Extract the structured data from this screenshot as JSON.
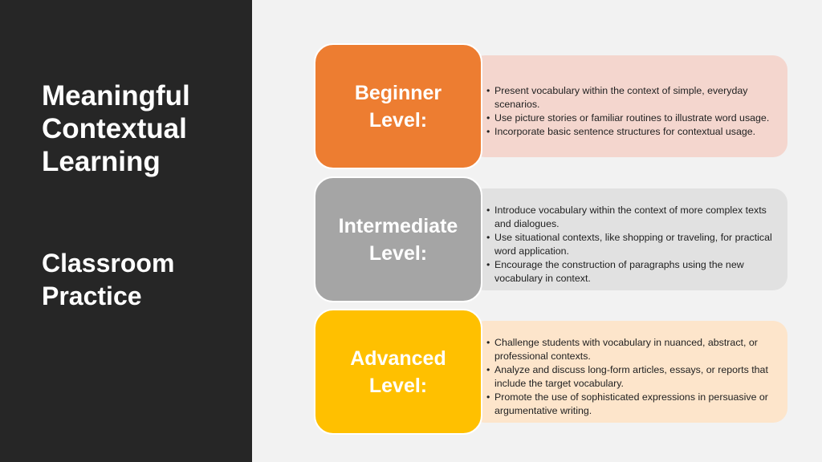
{
  "sidebar": {
    "title": "Meaningful Contextual Learning",
    "subtitle": "Classroom Practice"
  },
  "levels": [
    {
      "line1": "Beginner",
      "line2": "Level:",
      "color": "#ed7d31",
      "bg": "#f4d6ce",
      "bullets": [
        "Present vocabulary within the context of simple, everyday scenarios.",
        "Use picture stories or familiar routines to illustrate word usage.",
        "Incorporate basic sentence structures for contextual usage."
      ]
    },
    {
      "line1": "Intermediate",
      "line2": "Level:",
      "color": "#a5a5a5",
      "bg": "#e1e1e1",
      "bullets": [
        "Introduce vocabulary within the context of more complex texts and dialogues.",
        "Use situational contexts, like shopping or traveling, for practical word application.",
        "Encourage the construction of paragraphs using the new vocabulary in context."
      ]
    },
    {
      "line1": "Advanced",
      "line2": "Level:",
      "color": "#ffc000",
      "bg": "#fde5cb",
      "bullets": [
        "Challenge students with vocabulary in nuanced, abstract, or professional contexts.",
        "Analyze and discuss long-form articles, essays, or reports that include the target vocabulary.",
        "Promote the use of sophisticated expressions in persuasive or argumentative writing."
      ]
    }
  ]
}
